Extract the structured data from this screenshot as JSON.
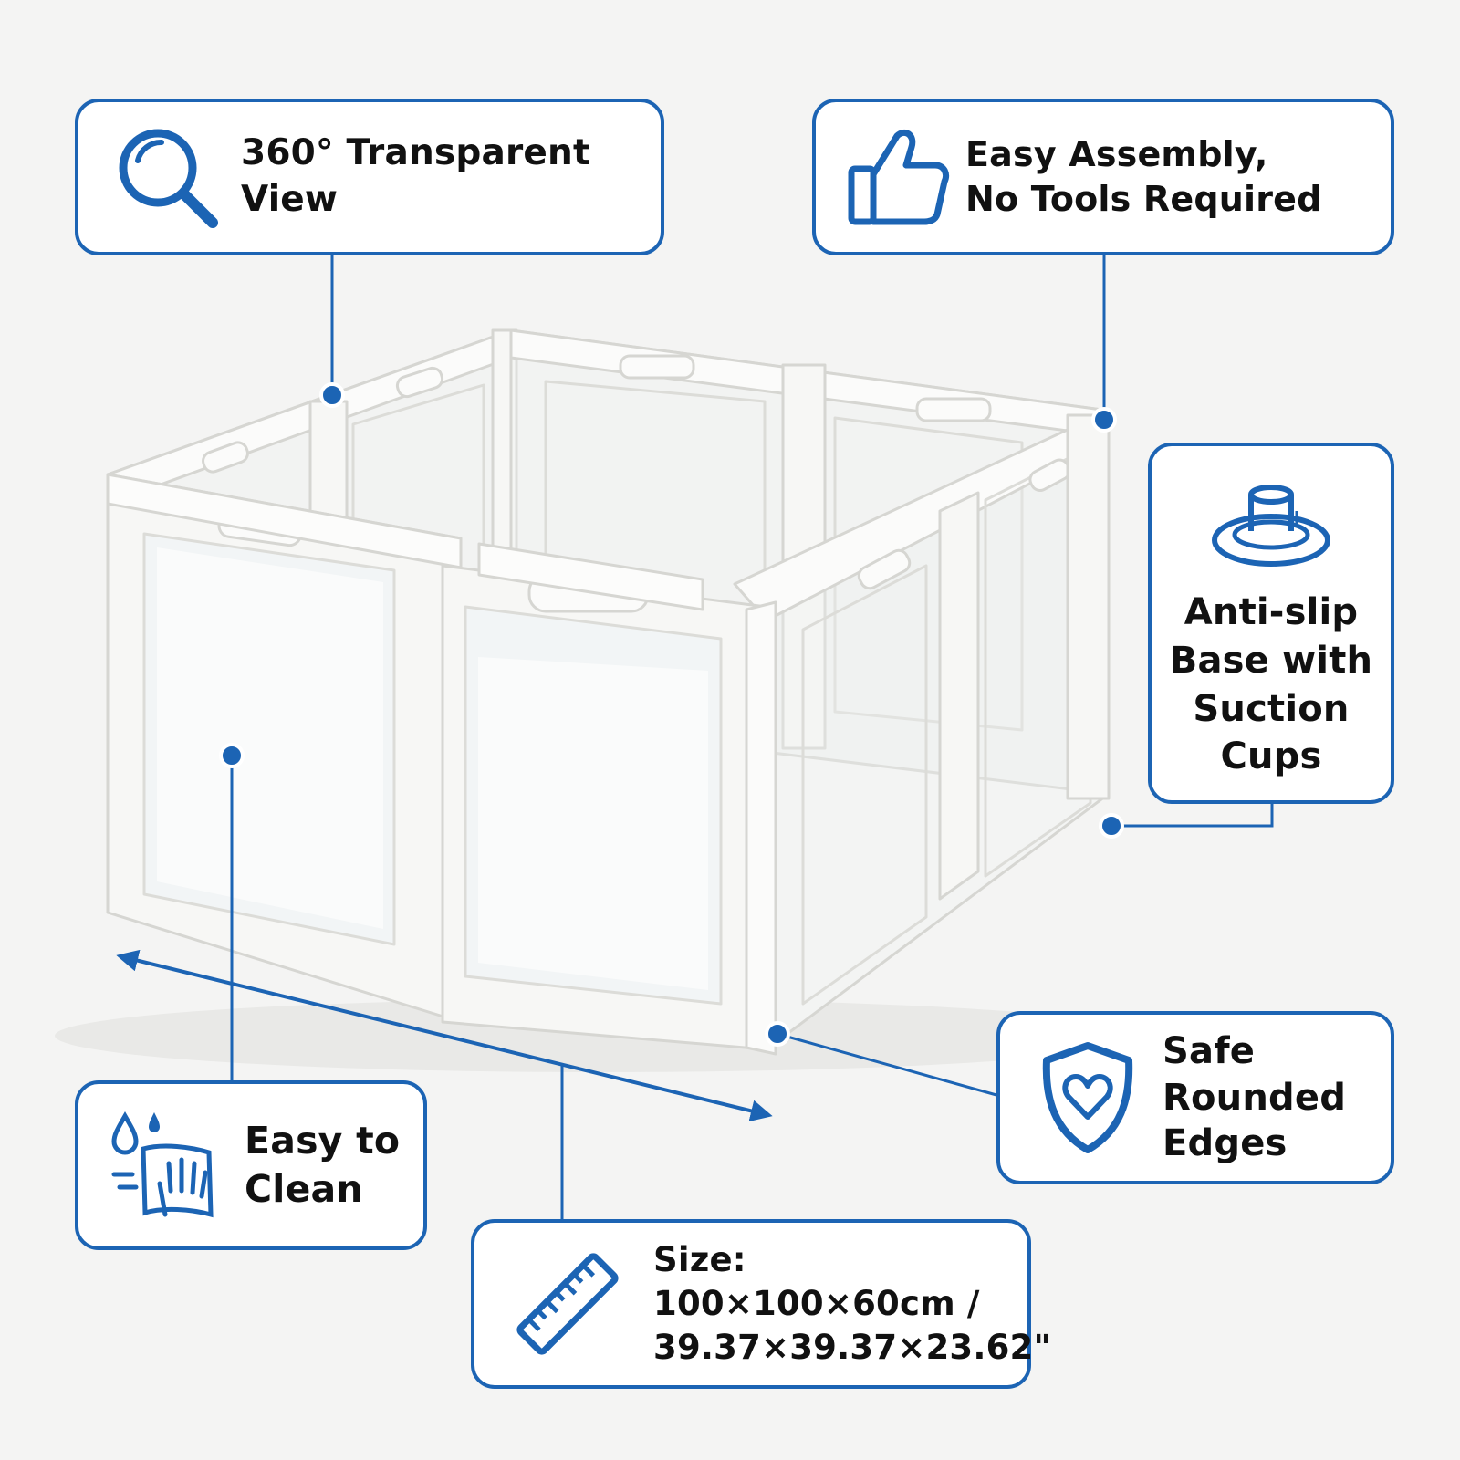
{
  "colors": {
    "accent": "#1c64b4",
    "background": "#f4f4f3",
    "label_text": "#111111",
    "panel_white": "#fbfbfa"
  },
  "callouts": {
    "transparent_view": {
      "text": "360° Transparent\nView",
      "icon": "magnifier-icon"
    },
    "easy_assembly": {
      "text": "Easy Assembly,\nNo Tools Required",
      "icon": "thumbs-up-icon"
    },
    "anti_slip": {
      "text": "Anti-slip\nBase with\nSuction\nCups",
      "icon": "suction-cup-icon"
    },
    "easy_clean": {
      "text": "Easy to\nClean",
      "icon": "wiping-hand-icon"
    },
    "rounded_edges": {
      "text": "Safe\nRounded\nEdges",
      "icon": "shield-heart-icon"
    },
    "size": {
      "text": "Size:\n100×100×60cm /\n39.37×39.37×23.62\"",
      "icon": "ruler-icon"
    }
  }
}
